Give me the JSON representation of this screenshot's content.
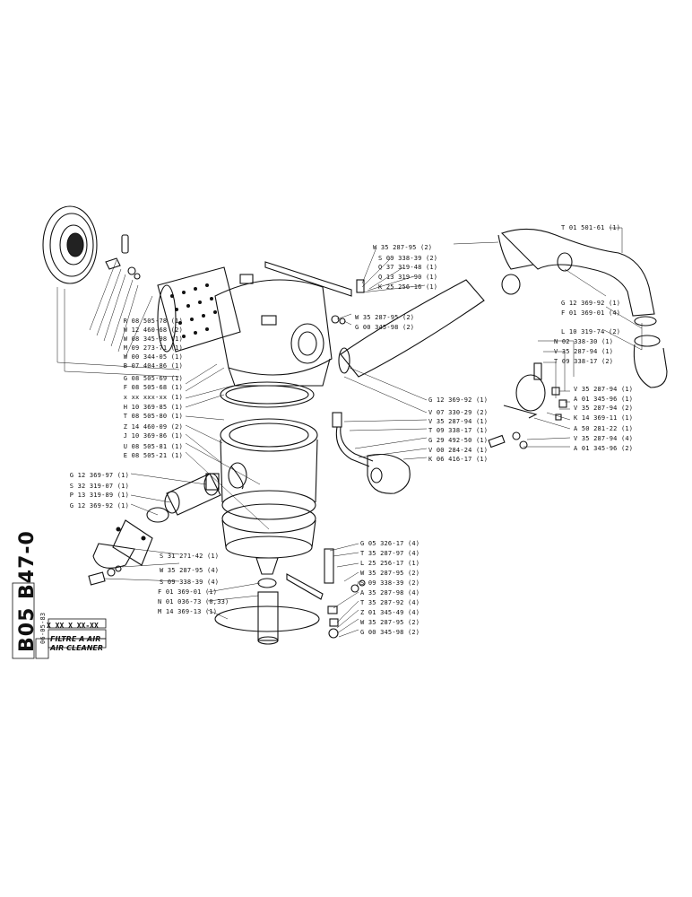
{
  "sheet": {
    "code": "B05 B47-0",
    "date": "06-05-83",
    "part_no": "X XX X XX-XX",
    "title_fr": "FILTRE A AIR",
    "title_en": "AIR CLEANER"
  },
  "callouts_left": [
    "R 08 505-78 (1)",
    "W 12 460-68 (2)",
    "W 08 345-98 (1)",
    "M 09 273-71 (1)",
    "W 00 344-05 (1)",
    "B 07 404-86 (1)",
    "G 08 505-69 (1)",
    "F 08 505-68 (1)",
    "x xx xxx-xx (1)",
    "H 10 369-85 (1)",
    "T 08 505-80 (1)",
    "Z 14 460-09 (2)",
    "J 10 369-86 (1)",
    "U 08 505-81 (1)",
    "E 08 505-21 (1)"
  ],
  "callouts_left_lower": [
    "G 12 369-97 (1)",
    "S 32 319-07 (1)",
    "P 13 319-89 (1)",
    "G 12 369-92 (1)"
  ],
  "callouts_bottom_left": [
    "S 31 271-42 (1)",
    "W 35 287-95 (4)",
    "S 09 338-39 (4)",
    "F 01 369-01 (1)",
    "N 01 036-73 (0,33)",
    "M 14 369-13 (1)"
  ],
  "callouts_top_mid": [
    "W 35 287-95 (2)",
    "S 09 338-39 (2)",
    "Q 37 319-48 (1)",
    "Q 13 319-90 (1)",
    "K 25 256-16 (1)",
    "W 35 287-95 (2)",
    "G 00 345-98 (2)"
  ],
  "callouts_right_top": [
    "T 01 501-61 (1)",
    "G 12 369-92 (1)",
    "F 01 369-01 (4)",
    "L 10 319-74 (2)",
    "N 02 338-30 (1)",
    "V 35 287-94 (1)",
    "T 09 338-17 (2)",
    "V 35 287-94 (1)",
    "A 01 345-96 (1)",
    "V 35 287-94 (2)",
    "K 14 369-11 (1)",
    "A 50 281-22 (1)",
    "V 35 287-94 (4)",
    "A 01 345-96 (2)"
  ],
  "callouts_right_mid": [
    "G 12 369-92 (1)",
    "V 07 330-29 (2)",
    "V 35 287-94 (1)",
    "T 09 338-17 (1)",
    "G 29 492-50 (1)",
    "V 00 284-24 (1)",
    "K 06 416-17 (1)"
  ],
  "callouts_right_bottom": [
    "G 05 326-17 (4)",
    "T 35 287-97 (4)",
    "L 25 256-17 (1)",
    "W 35 287-95 (2)",
    "S 09 338-39 (2)",
    "A 35 287-98 (4)",
    "T 35 287-92 (4)",
    "Z 01 345-49 (4)",
    "W 35 287-95 (2)",
    "G 00 345-98 (2)"
  ]
}
